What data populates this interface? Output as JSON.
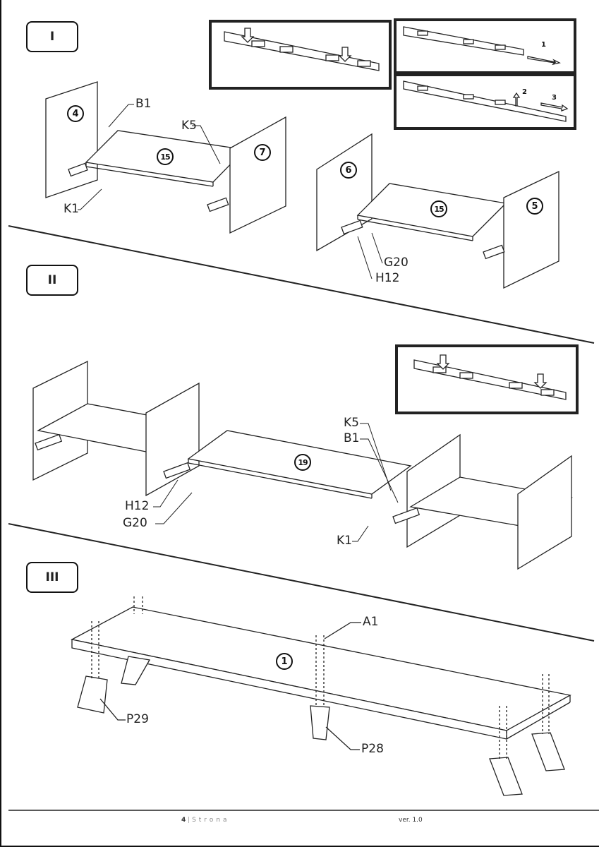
{
  "steps": [
    "I",
    "II",
    "III"
  ],
  "parts": {
    "s1": {
      "b1": "B1",
      "k5": "K5",
      "k1": "K1",
      "g20": "G20",
      "h12": "H12",
      "p4": "4",
      "p15a": "15",
      "p7": "7",
      "p6": "6",
      "p15b": "15",
      "p5": "5"
    },
    "s2": {
      "k5": "K5",
      "b1": "B1",
      "h12": "H12",
      "g20": "G20",
      "k1": "K1",
      "p19": "19"
    },
    "s3": {
      "a1": "A1",
      "p1": "1",
      "p29": "P29",
      "p28": "P28"
    }
  },
  "rail_arrows": {
    "a1": "1",
    "a2": "2",
    "a3": "3"
  },
  "footer": {
    "page_number": "4",
    "separator": "|",
    "page_word": "Strona",
    "version": "ver. 1.0"
  }
}
